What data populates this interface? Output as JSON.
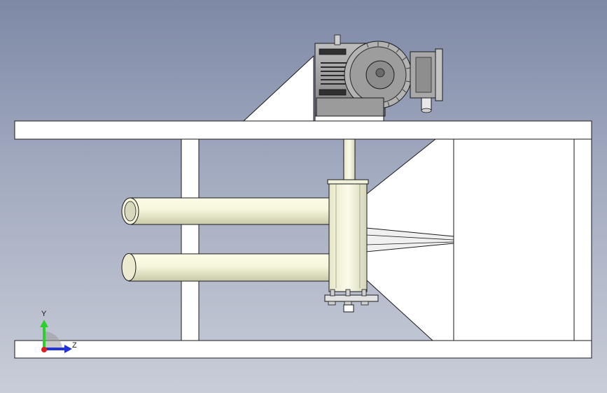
{
  "viewport": {
    "background_top": "#7e89a6",
    "background_bottom": "#c9cdd8",
    "model_fill": "#ffffff",
    "model_edge": "#1a1a1a",
    "pipe_fill": "#f4f4dc",
    "motor_fill": "#9a9a9a"
  },
  "triad": {
    "y_label": "Y",
    "z_label": "Z",
    "y_color": "#2ad12a",
    "z_color": "#2233dd",
    "origin_color": "#e02020"
  },
  "parts": [
    "top-rail",
    "bottom-rail",
    "vertical-post",
    "upper-pipe",
    "lower-pipe",
    "vertical-tube",
    "flange",
    "shaft",
    "hopper",
    "end-frame",
    "gear-motor",
    "motor-gusset"
  ]
}
